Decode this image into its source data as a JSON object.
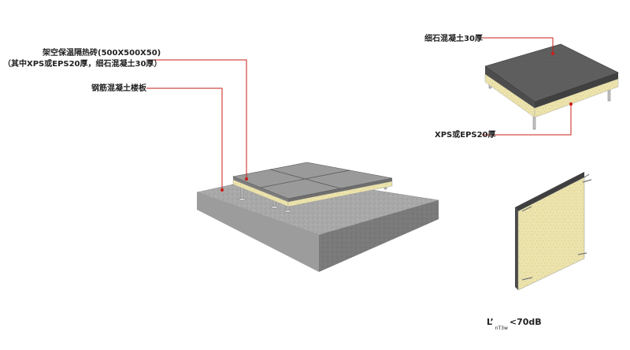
{
  "labels": {
    "tile_line1": "架空保温隔热砖(500X500X50)",
    "tile_line2": "（其中XPS或EPS20厚，细石混凝土30厚）",
    "slab": "钢筋混凝土楼板",
    "fine_concrete": "细石混凝土30厚",
    "insulation": "XPS或EPS20厚"
  },
  "formula": {
    "main": "L’",
    "sub": "nT3w",
    "value": "<70dB"
  },
  "colors": {
    "leader": "#c8201a",
    "slab_top": "#a7a7a7",
    "slab_side": "#7e7e7e",
    "tile_top": "#909090",
    "tile_side": "#cfcfbf",
    "insulation": "#e8e0a8",
    "concrete_dark": "#5f5f5f"
  }
}
